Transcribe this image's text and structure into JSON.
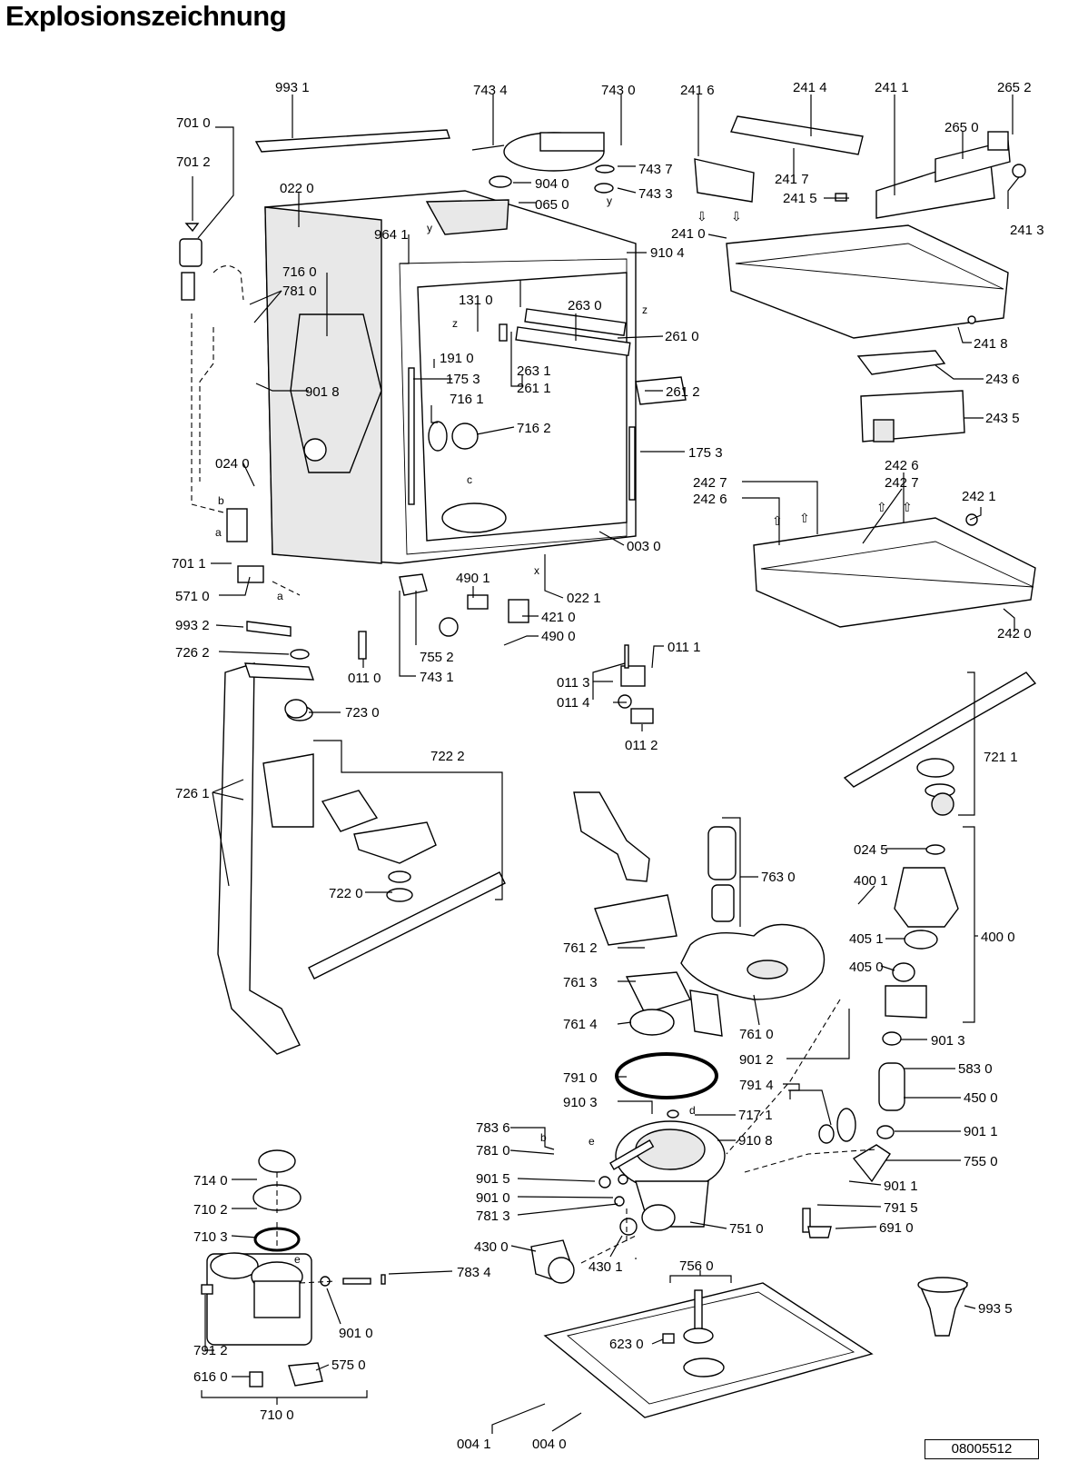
{
  "title": "Explosionszeichnung",
  "doc_number": "08005512",
  "callouts": [
    "993 1",
    "743 4",
    "743 0",
    "241 6",
    "241 4",
    "241 1",
    "265 2",
    "701 0",
    "265 0",
    "701 2",
    "743 7",
    "241 7",
    "022 0",
    "904 0",
    "743 3",
    "241 5",
    "241 3",
    "065 0",
    "241 0",
    "964 1",
    "910 4",
    "716 0",
    "781 0",
    "131 0",
    "263 0",
    "261 0",
    "191 0",
    "241 8",
    "263 1",
    "901 8",
    "175 3",
    "261 1",
    "261 2",
    "243 6",
    "716 1",
    "243 5",
    "716 2",
    "175 3",
    "024 0",
    "242 6",
    "242 7",
    "242 7",
    "242 6",
    "242 1",
    "003 0",
    "701 1",
    "490 1",
    "022 1",
    "571 0",
    "421 0",
    "993 2",
    "490 0",
    "242 0",
    "755 2",
    "726 2",
    "011 0",
    "743 1",
    "011 1",
    "011 3",
    "011 4",
    "723 0",
    "011 2",
    "722 2",
    "721 1",
    "726 1",
    "763 0",
    "024 5",
    "722 0",
    "400 1",
    "405 1",
    "400 0",
    "761 2",
    "405 0",
    "761 3",
    "761 4",
    "761 0",
    "901 3",
    "901 2",
    "583 0",
    "791 0",
    "791 4",
    "450 0",
    "910 3",
    "717 1",
    "783 6",
    "901 1",
    "910 8",
    "781 0",
    "755 0",
    "901 5",
    "901 1",
    "901 0",
    "781 3",
    "791 5",
    "751 0",
    "714 0",
    "691 0",
    "710 2",
    "710 3",
    "430 0",
    "783 4",
    "430 1",
    "756 0",
    "993 5",
    "901 0",
    "791 2",
    "623 0",
    "575 0",
    "616 0",
    "710 0",
    "004 1",
    "004 0"
  ]
}
